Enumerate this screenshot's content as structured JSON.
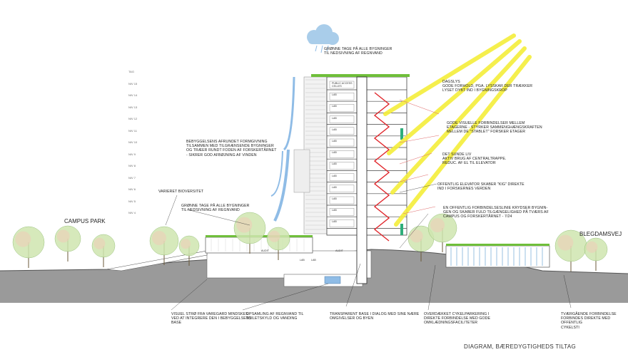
{
  "caption": "DIAGRAM, BÆREDYGTIGHEDS TILTAG",
  "places": {
    "campus_park": "CAMPUS PARK",
    "blegdamsvej": "BLEGDAMSVEJ"
  },
  "annotations": {
    "green_roofs_top": "GRØNNE TAGE PÅ ALLE BYGNINGER\nTIL NEDSIVNING AF REGNVAND",
    "daylight": "DAGSLYS\nGODE FORHOLD, PGA. LYSSKAR DER TRÆKKER\nLYSET DYBT IND I BYGNINGSKROP",
    "visual_links": "GODE VISUELLE FORBINDELSER MELLEM\nETAGERNE - STYRKER SAMMENGHÆNGSKRAFTEN\nMELLEM DE \"STABLET\" FORSKER ETAGER",
    "healthy_life": "DET SUNDE LIV\nAKTIV BRUG AF CENTRALTRAPPE.\nREDUC. AF EL TIL ELEVATOR",
    "public_elevator": "OFFENTLIG ELEVATOR SKABER \"KIG\" DIREKTE\nIND I FORSKERNES VERDEN",
    "public_link": "EN OFFENTLIG FORBINDELSESLINIE KRYDSER BYGNIN-\nGEN OG SKABER FULD TILGÆNGELIGHED PÅ TVÆRS AF\nCAMPUS OG FORSKERTÅRNET - 7/24",
    "rounded_form": "BEBYGGELSENS AFRUNDET FORMGIVNING\nTILSAMMEN MED TILGRÆNSENDE BYGNINGER\nOG TRÆER RUNDT FODEN AF FORSKERTÅRNET\n- SIKRER GOD AFBØJNING AF VINDEN",
    "biodiversity": "VARIERET BIOVERSITET",
    "green_roofs_low": "GRØNNE TAGE PÅ ALLE BYGNINGER\nTIL NEDSIVNING AF REGNVAND",
    "visual_strip": "VISUEL STRØ FRA VAREGARD MINDSKES\nVED AT INTEGRERE DEN I BEBYGGELSENS\nBASE",
    "rainwater": "OPSAMLING AF REGNVAND TIL\nTOILETSKYLD OG VANDING",
    "transparent_base": "TRANSPARENT BASE I DIALOG MED SINE NÆRE\nOMGIVELSER OG BYEN",
    "bike_parking": "OVERDÆKKET CYKELPARKERING I\nDIREKTE FORBINDELSE MED GODE\nOMKLÆDNINGSFACILITETER",
    "cross_link": "TVÆRGÅENDE FORBINDELSE\nFORBINDES DIREKTE MED OFFENTLIG\nCYKELSTI"
  },
  "level_scale": [
    "TAG",
    "NIV 15",
    "NIV 14",
    "NIV 13",
    "NIV 12",
    "NIV 11",
    "NIV 10",
    "NIV 9",
    "NIV 8",
    "NIV 7",
    "NIV 6",
    "NIV 5",
    "NIV 4"
  ],
  "floor_labels": [
    "PUBLIC ACCESS CELLES",
    "LAB",
    "LAB",
    "LAB",
    "LAB",
    "LAB",
    "LAB",
    "LAB",
    "LAB",
    "LAB",
    "LAB",
    "LAB",
    "LAB"
  ],
  "base_labels": {
    "audit_left": "AUDIT",
    "audit_right": "AUDIT",
    "lab": "LAB",
    "lab2": "LAB"
  },
  "colors": {
    "ground": "#9a9a9a",
    "green_roof": "#6fbf3a",
    "sun_ray": "#f4ee3a",
    "rain": "#8fbce6",
    "stair": "#e0262b",
    "cloud": "#a9cdea"
  }
}
